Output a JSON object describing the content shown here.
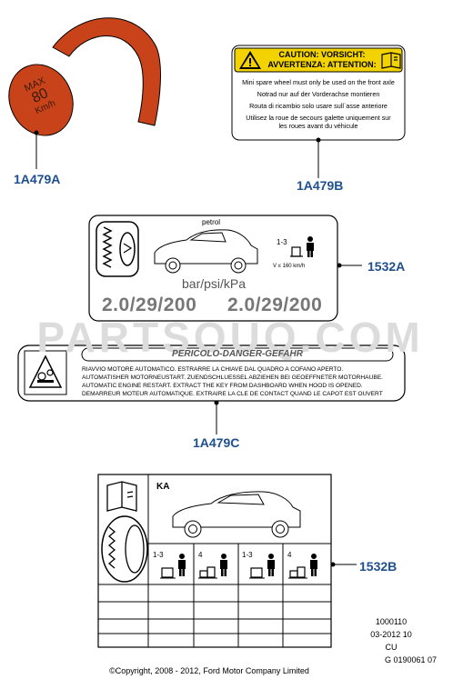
{
  "parts": {
    "p1": "1A479A",
    "p2": "1A479B",
    "p3": "1532A",
    "p4": "1A479C",
    "p5": "1532B"
  },
  "speed_label": {
    "line1": "MAX",
    "line2": "80",
    "line3": "Km/h"
  },
  "caution": {
    "header_line1": "CAUTION: VORSICHT:",
    "header_line2": "AVVERTENZA: ATTENTION:",
    "lines": [
      "Mini spare wheel must only be used on the front axle",
      "Notrad nur auf der Vorderachse montieren",
      "Routa di ricambio solo usare sull`asse anteriore",
      "Utilisez la roue de secours galette uniquement sur",
      "les roues avant du véhicule"
    ]
  },
  "tyre_label": {
    "fuel": "petrol",
    "units": "bar/psi/kPa",
    "pressure_left": "2.0/29/200",
    "pressure_right": "2.0/29/200",
    "occupants": "1-3",
    "speed_note": "V ≤ 160 km/h"
  },
  "watermark": "PARTSOUQ.COM",
  "danger": {
    "title": "PERICOLO-DANGER-GEFAHR",
    "lines": [
      "RIAVVIO MOTORE AUTOMATICO. ESTRARRE LA CHIAVE DAL QUADRO A COFANO APERTO.",
      "AUTOMATISHER MOTORNEUSTART. ZUENDSCHLUESSEL ABZIEHEN BEI GEOEFFNETER MOTORHAUBE.",
      "AUTOMATIC ENGINE RESTART. EXTRACT THE KEY FROM DASHBOARD WHEN HOOD IS OPENED.",
      "DEMARREUR MOTEUR AUTOMATIQUE. EXTRAIRE LA CLE DE CONTACT QUAND LE CAPOT EST OUVERT"
    ]
  },
  "ka_label": {
    "model": "KA",
    "loads": [
      "1-3",
      "4",
      "1-3",
      "4"
    ]
  },
  "reference": {
    "line1": "1000110",
    "line2": "03-2012 10",
    "line3": "CU",
    "line4": "G 0190061 07"
  },
  "copyright": "©Copyright, 2008 - 2012, Ford Motor Company Limited",
  "colors": {
    "label_blue": "#1f4f8f",
    "speed_orange": "#c9431a",
    "caution_yellow": "#f2d300"
  },
  "icons": [
    "speed-limit-sticker",
    "warning-triangle-icon",
    "book-icon",
    "tyre-icon",
    "car-icon",
    "person-icon",
    "luggage-icon"
  ]
}
